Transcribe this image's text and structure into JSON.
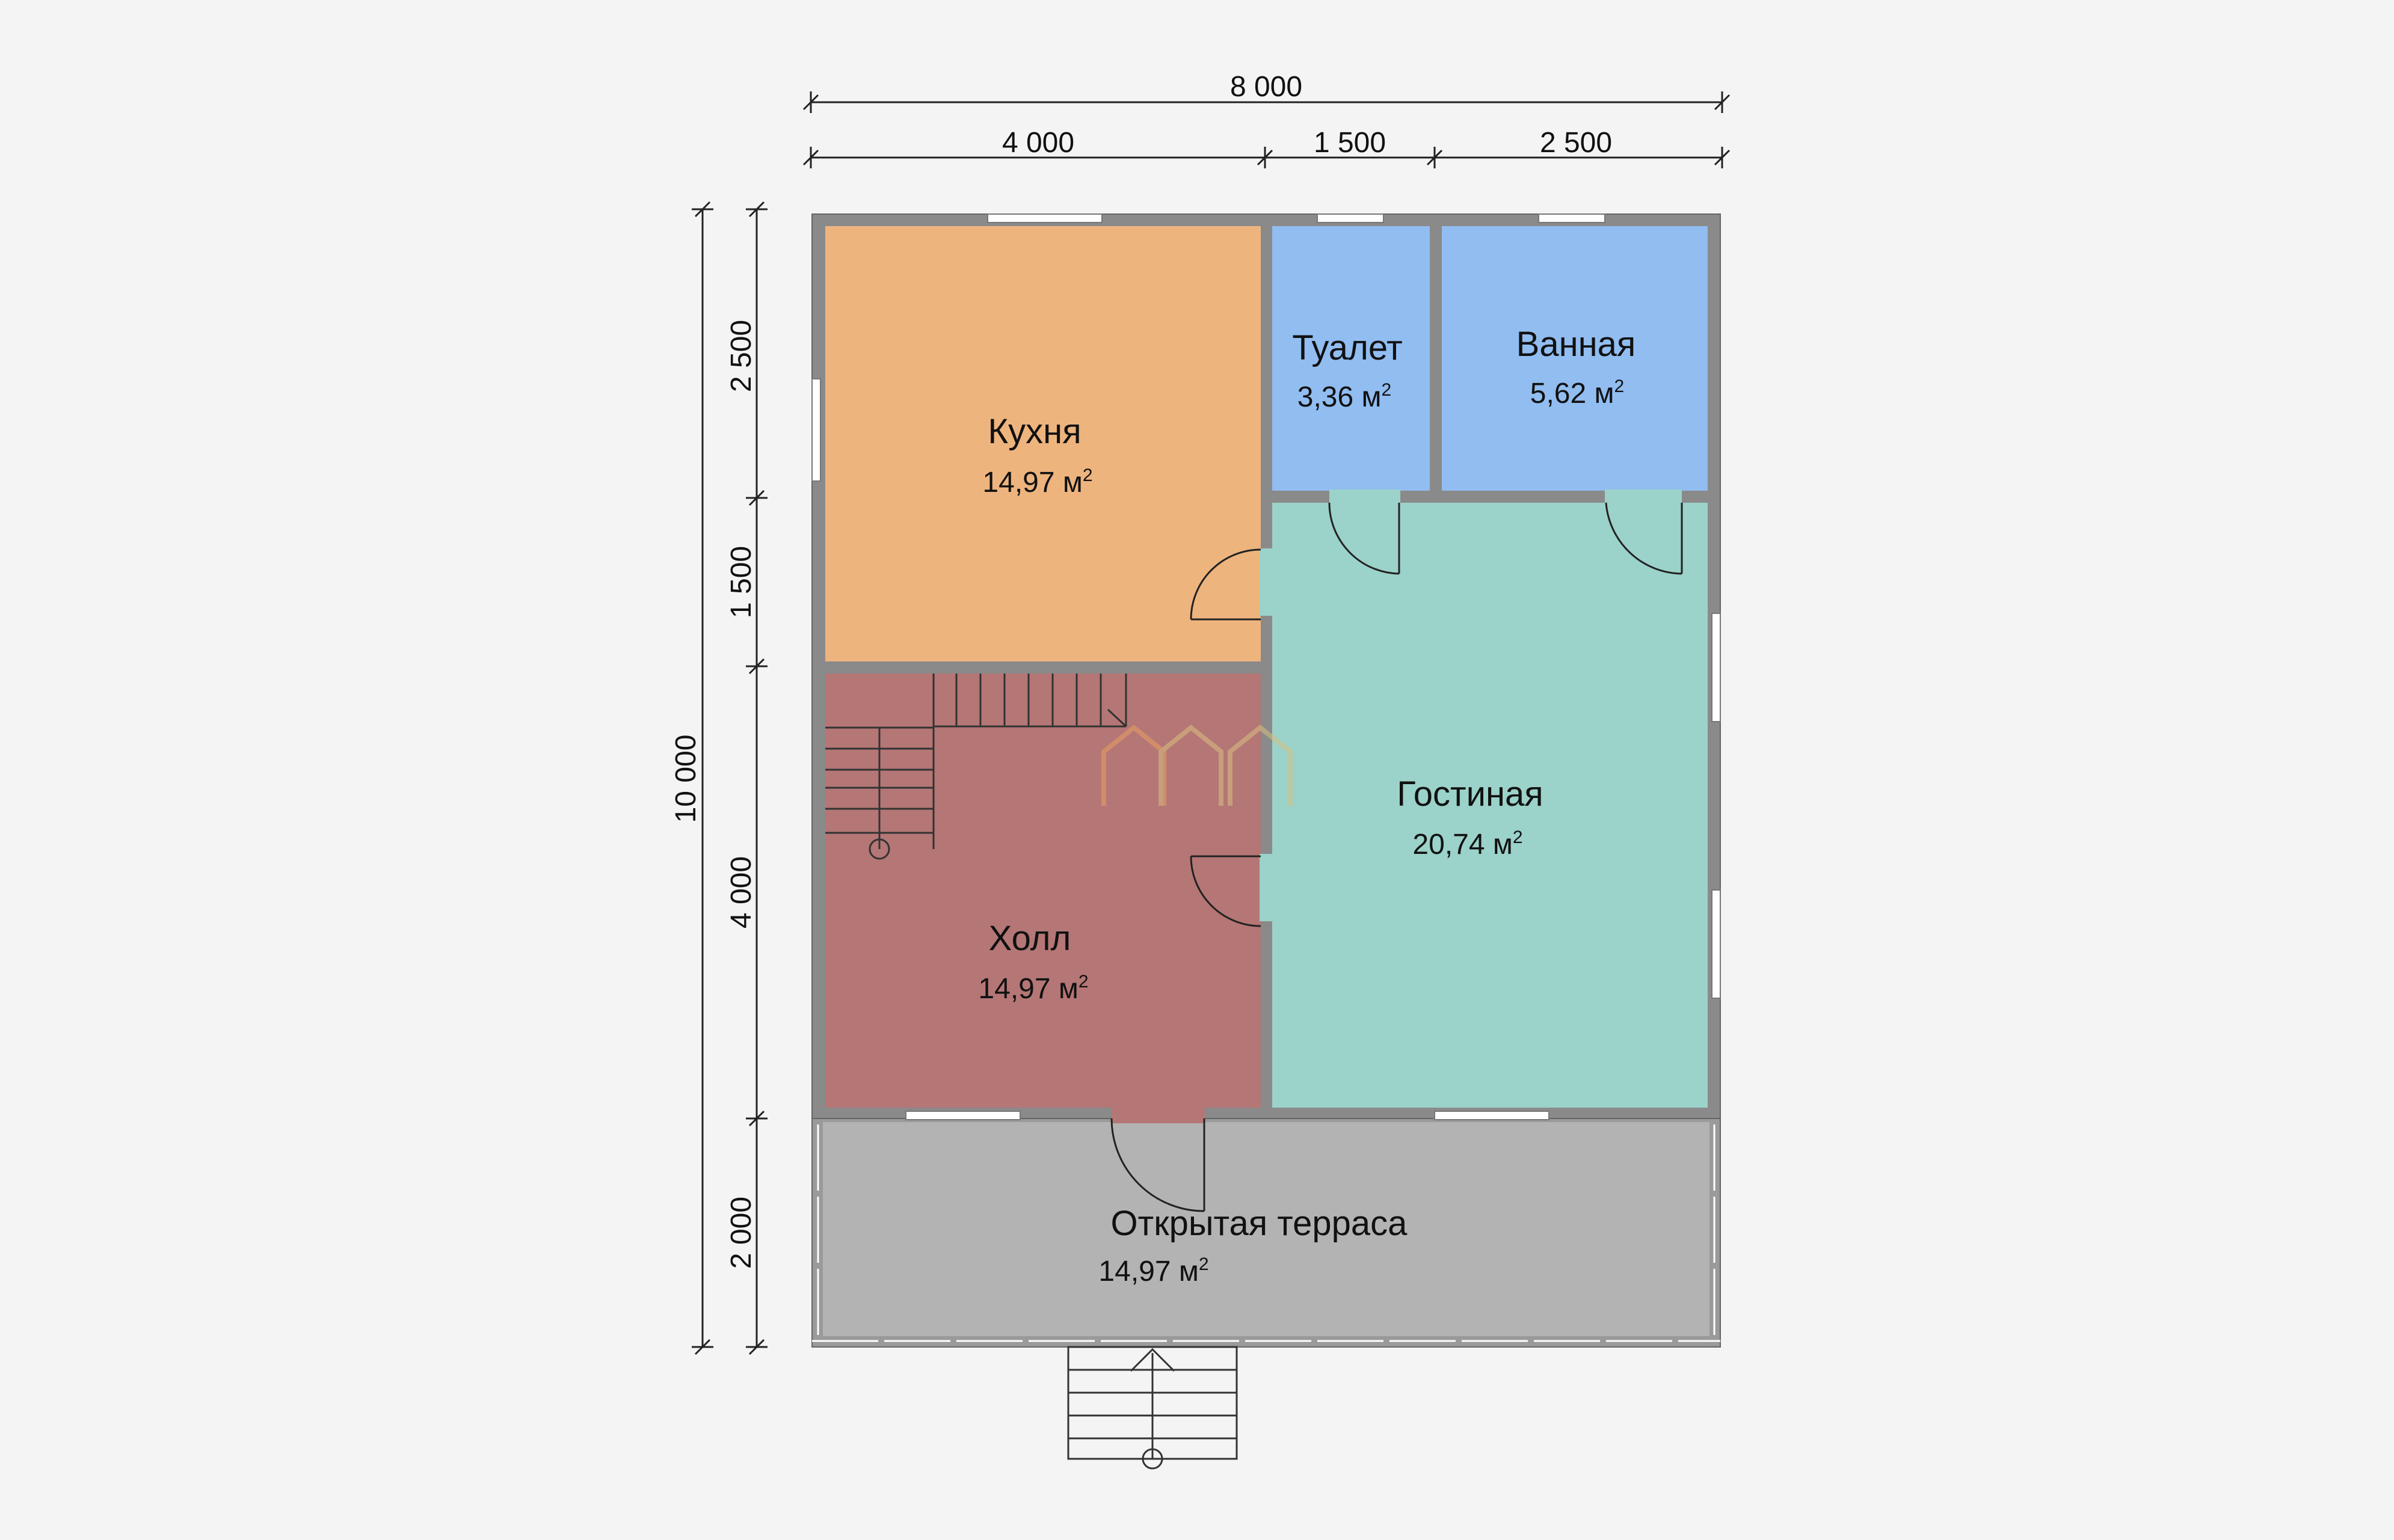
{
  "dimensions": {
    "top_total": "8 000",
    "top_segments": [
      "4 000",
      "1 500",
      "2 500"
    ],
    "left_total": "10 000",
    "left_segments": [
      "2 500",
      "1 500",
      "4 000",
      "2 000"
    ]
  },
  "rooms": {
    "kitchen": {
      "name": "Кухня",
      "area": "14,97 м",
      "unit_sup": "2",
      "color": "#eeb47e"
    },
    "toilet": {
      "name": "Туалет",
      "area": "3,36 м",
      "unit_sup": "2",
      "color": "#91bdf1"
    },
    "bath": {
      "name": "Ванная",
      "area": "5,62 м",
      "unit_sup": "2",
      "color": "#91bdf1"
    },
    "living": {
      "name": "Гостиная",
      "area": "20,74 м",
      "unit_sup": "2",
      "color": "#9bd2c9"
    },
    "hall": {
      "name": "Холл",
      "area": "14,97 м",
      "unit_sup": "2",
      "color": "#b57676"
    },
    "terrace": {
      "name": "Открытая терраса",
      "area": "14,97 м",
      "unit_sup": "2",
      "color": "#b3b3b3"
    }
  },
  "colors": {
    "wall": "#8a8a8a",
    "background": "#f4f4f4"
  }
}
